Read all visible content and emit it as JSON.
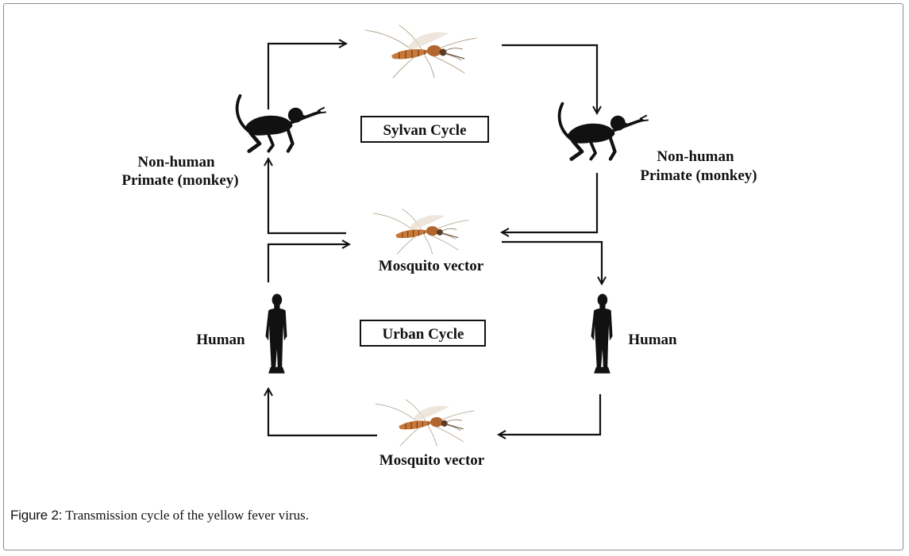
{
  "diagram": {
    "sylvan_cycle_label": "Sylvan Cycle",
    "urban_cycle_label": "Urban Cycle",
    "monkey_left_label_line1": "Non-human",
    "monkey_left_label_line2": "Primate (monkey)",
    "monkey_right_label_line1": "Non-human",
    "monkey_right_label_line2": "Primate (monkey)",
    "mosquito_middle_label": "Mosquito vector",
    "mosquito_bottom_label": "Mosquito vector",
    "human_left_label": "Human",
    "human_right_label": "Human",
    "icons": [
      "mosquito-icon",
      "monkey-icon",
      "human-icon",
      "arrow-icon"
    ]
  },
  "caption": {
    "label": "Figure 2:",
    "text": "Transmission cycle of the yellow fever virus."
  }
}
